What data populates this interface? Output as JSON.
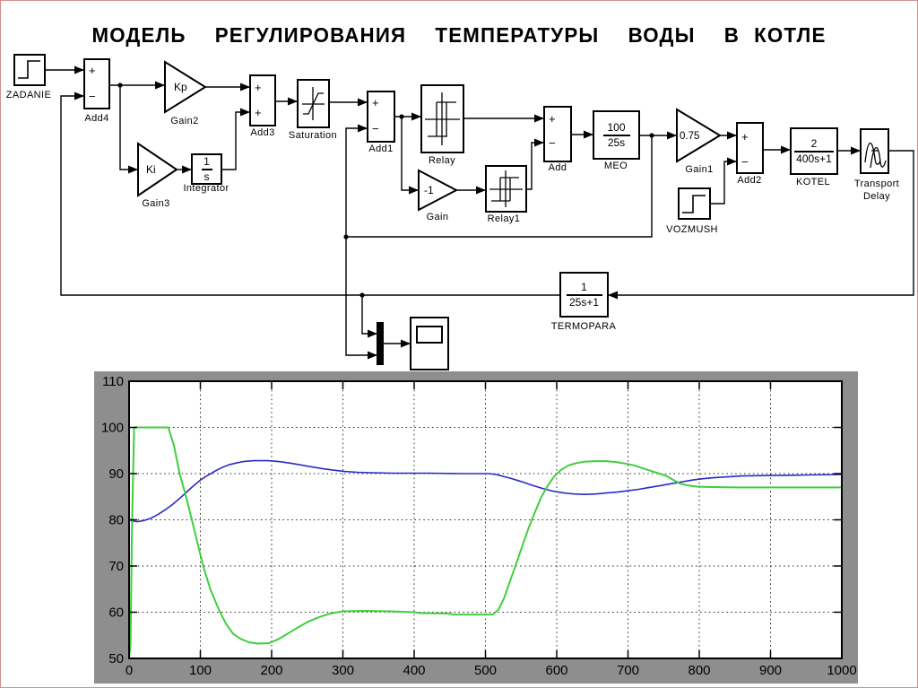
{
  "title": "МОДЕЛЬ  РЕГУЛИРОВАНИЯ  ТЕМПЕРАТУРЫ  ВОДЫ  В КОТЛЕ",
  "diagram": {
    "blocks": {
      "zadanie": {
        "label": "ZADANIE"
      },
      "add4": {
        "label": "Add4",
        "sign_top": "+",
        "sign_bottom": "−"
      },
      "gain2": {
        "label": "Gain2",
        "value": "Kp"
      },
      "gain3": {
        "label": "Gain3",
        "value": "Ki"
      },
      "integrator": {
        "label": "Integrator",
        "numerator": "1",
        "denominator": "s"
      },
      "add3": {
        "label": "Add3",
        "sign_top": "+",
        "sign_bottom": "+"
      },
      "saturation": {
        "label": "Saturation"
      },
      "add1": {
        "label": "Add1",
        "sign_top": "+",
        "sign_bottom": "−"
      },
      "relay": {
        "label": "Relay"
      },
      "gain": {
        "label": "Gain",
        "value": "-1"
      },
      "relay1": {
        "label": "Relay1"
      },
      "add": {
        "label": "Add",
        "sign_top": "+",
        "sign_bottom": "−"
      },
      "meo": {
        "label": "MEO",
        "numerator": "100",
        "denominator": "25s"
      },
      "gain1": {
        "label": "Gain1",
        "value": "0.75"
      },
      "vozmush": {
        "label": "VOZMUSH"
      },
      "add2": {
        "label": "Add2",
        "sign_top": "+",
        "sign_bottom": "−"
      },
      "kotel": {
        "label": "KOTEL",
        "numerator": "2",
        "denominator": "400s+1"
      },
      "transport_delay": {
        "label": "Transport Delay"
      },
      "termopara": {
        "label": "TERMOPARA",
        "numerator": "1",
        "denominator": "25s+1"
      }
    }
  },
  "chart_data": {
    "type": "line",
    "title": "",
    "xlabel": "",
    "ylabel": "",
    "xlim": [
      0,
      1000
    ],
    "ylim": [
      50,
      110
    ],
    "x_ticks": [
      0,
      100,
      200,
      300,
      400,
      500,
      600,
      700,
      800,
      900,
      1000
    ],
    "y_ticks": [
      50,
      60,
      70,
      80,
      90,
      100,
      110
    ],
    "grid": "dotted",
    "legend": "none",
    "frame_color": "#8e8e8e",
    "series": [
      {
        "name": "blue",
        "color": "#2a2ac9",
        "points": [
          [
            0,
            80
          ],
          [
            6,
            79.7
          ],
          [
            12,
            79.6
          ],
          [
            20,
            79.8
          ],
          [
            30,
            80.3
          ],
          [
            40,
            81.1
          ],
          [
            50,
            82.1
          ],
          [
            60,
            83.2
          ],
          [
            70,
            84.5
          ],
          [
            80,
            85.9
          ],
          [
            90,
            87.3
          ],
          [
            100,
            88.6
          ],
          [
            110,
            89.6
          ],
          [
            120,
            90.5
          ],
          [
            130,
            91.3
          ],
          [
            140,
            91.9
          ],
          [
            150,
            92.3
          ],
          [
            160,
            92.6
          ],
          [
            175,
            92.8
          ],
          [
            195,
            92.8
          ],
          [
            210,
            92.6
          ],
          [
            225,
            92.3
          ],
          [
            240,
            91.9
          ],
          [
            255,
            91.5
          ],
          [
            270,
            91.1
          ],
          [
            285,
            90.8
          ],
          [
            300,
            90.5
          ],
          [
            320,
            90.3
          ],
          [
            340,
            90.2
          ],
          [
            370,
            90.1
          ],
          [
            420,
            90.1
          ],
          [
            470,
            90.0
          ],
          [
            505,
            90.0
          ],
          [
            515,
            89.8
          ],
          [
            525,
            89.4
          ],
          [
            535,
            89.0
          ],
          [
            550,
            88.3
          ],
          [
            565,
            87.5
          ],
          [
            580,
            86.8
          ],
          [
            595,
            86.2
          ],
          [
            610,
            85.8
          ],
          [
            625,
            85.6
          ],
          [
            640,
            85.5
          ],
          [
            655,
            85.6
          ],
          [
            670,
            85.8
          ],
          [
            685,
            86.0
          ],
          [
            700,
            86.3
          ],
          [
            715,
            86.6
          ],
          [
            730,
            87.0
          ],
          [
            745,
            87.4
          ],
          [
            760,
            87.8
          ],
          [
            775,
            88.2
          ],
          [
            790,
            88.6
          ],
          [
            805,
            88.9
          ],
          [
            820,
            89.1
          ],
          [
            840,
            89.3
          ],
          [
            860,
            89.5
          ],
          [
            900,
            89.6
          ],
          [
            950,
            89.7
          ],
          [
            1000,
            89.8
          ]
        ]
      },
      {
        "name": "green",
        "color": "#3ecf3e",
        "points": [
          [
            0,
            50
          ],
          [
            2,
            53
          ],
          [
            4,
            78
          ],
          [
            7,
            100
          ],
          [
            55,
            100
          ],
          [
            63,
            96
          ],
          [
            71,
            90
          ],
          [
            80,
            85
          ],
          [
            88,
            80
          ],
          [
            96,
            75
          ],
          [
            104,
            70
          ],
          [
            114,
            65
          ],
          [
            126,
            60.5
          ],
          [
            136,
            57.5
          ],
          [
            146,
            55.3
          ],
          [
            157,
            54.2
          ],
          [
            168,
            53.5
          ],
          [
            180,
            53.2
          ],
          [
            196,
            53.3
          ],
          [
            210,
            54.2
          ],
          [
            224,
            55.5
          ],
          [
            238,
            56.8
          ],
          [
            252,
            58.0
          ],
          [
            266,
            58.9
          ],
          [
            282,
            59.7
          ],
          [
            300,
            60.2
          ],
          [
            330,
            60.3
          ],
          [
            365,
            60.2
          ],
          [
            400,
            60.0
          ],
          [
            408,
            59.8
          ],
          [
            448,
            59.7
          ],
          [
            455,
            59.5
          ],
          [
            510,
            59.5
          ],
          [
            518,
            60.5
          ],
          [
            526,
            63
          ],
          [
            534,
            66.5
          ],
          [
            542,
            70
          ],
          [
            551,
            74
          ],
          [
            560,
            78
          ],
          [
            569,
            81.5
          ],
          [
            578,
            84.8
          ],
          [
            587,
            87.3
          ],
          [
            596,
            89.3
          ],
          [
            606,
            90.8
          ],
          [
            617,
            91.8
          ],
          [
            628,
            92.3
          ],
          [
            640,
            92.6
          ],
          [
            655,
            92.7
          ],
          [
            670,
            92.7
          ],
          [
            683,
            92.5
          ],
          [
            695,
            92.2
          ],
          [
            708,
            91.8
          ],
          [
            720,
            91.2
          ],
          [
            732,
            90.6
          ],
          [
            744,
            90.0
          ],
          [
            754,
            89.5
          ],
          [
            763,
            88.7
          ],
          [
            772,
            87.9
          ],
          [
            782,
            87.5
          ],
          [
            795,
            87.2
          ],
          [
            810,
            87.1
          ],
          [
            850,
            87.0
          ],
          [
            900,
            87.0
          ],
          [
            1000,
            87.0
          ]
        ]
      }
    ]
  }
}
